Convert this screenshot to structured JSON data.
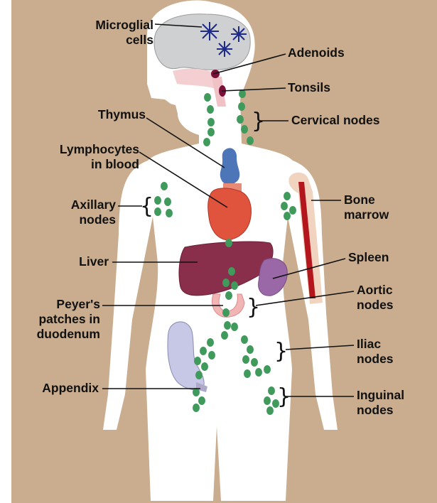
{
  "colors": {
    "background": "#c9ad8e",
    "body": "#ffffff",
    "brain": "#cfd0d2",
    "microglia": "#1d2a8a",
    "node": "#3f9a5c",
    "thymus": "#4c76b8",
    "heart": "#e0533c",
    "liver": "#8a2f4b",
    "spleen": "#9a68a6",
    "marrow": "#b3161c",
    "bone": "#f1d4c0",
    "appendix": "#c6c8e6",
    "duodenum": "#f1b5b5",
    "adenoid": "#7a0f3a"
  },
  "labels": {
    "microglial": "Microglial\ncells",
    "adenoids": "Adenoids",
    "tonsils": "Tonsils",
    "cervical": "Cervical nodes",
    "thymus": "Thymus",
    "lymphocytes": "Lymphocytes\nin blood",
    "axillary": "Axillary\nnodes",
    "bone_marrow": "Bone\nmarrow",
    "liver": "Liver",
    "spleen": "Spleen",
    "aortic": "Aortic\nnodes",
    "peyers": "Peyer's\npatches in\nduodenum",
    "iliac": "Iliac\nnodes",
    "appendix": "Appendix",
    "inguinal": "Inguinal\nnodes"
  }
}
